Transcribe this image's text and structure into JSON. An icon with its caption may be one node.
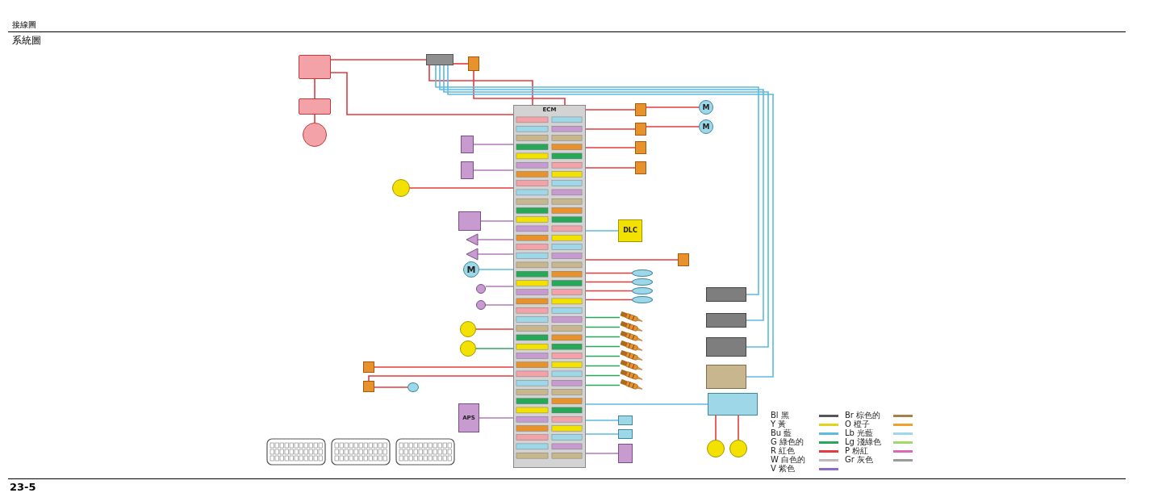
{
  "diagram": {
    "title": "系統圖",
    "nodes": [
      {
        "text": [],
        "shape": "box"
      },
      {
        "text": [],
        "shape": "box"
      },
      {
        "text": [],
        "shape": "circle"
      },
      {
        "text": [],
        "shape": "box"
      },
      {
        "text": [],
        "shape": "box"
      },
      {
        "text": [
          "ECM"
        ]
      },
      {
        "text": [],
        "shape": "box"
      },
      {
        "text": [],
        "shape": "box"
      },
      {
        "text": [],
        "shape": "circle"
      },
      {
        "text": [],
        "shape": "box"
      },
      {
        "text": [],
        "shape": "triangle"
      },
      {
        "text": [],
        "shape": "triangle"
      },
      {
        "text": [
          "M"
        ]
      },
      {
        "text": [],
        "shape": "circle"
      },
      {
        "text": [],
        "shape": "circle"
      },
      {
        "text": [],
        "shape": "circle"
      },
      {
        "text": [],
        "shape": "circle"
      },
      {
        "text": [],
        "shape": "box"
      },
      {
        "text": [],
        "shape": "box"
      },
      {
        "text": [],
        "shape": "circle"
      },
      {
        "text": [
          "APS"
        ]
      },
      {
        "text": [],
        "shape": "box"
      },
      {
        "text": [],
        "shape": "box"
      },
      {
        "text": [],
        "shape": "box"
      },
      {
        "text": [],
        "shape": "box"
      },
      {
        "text": [
          "M"
        ]
      },
      {
        "text": [
          "M"
        ]
      },
      {
        "text": [
          "DLC"
        ]
      },
      {
        "text": [],
        "shape": "box"
      },
      {
        "text": [],
        "shape": "box"
      },
      {
        "text": [],
        "shape": "box"
      },
      {
        "text": [],
        "shape": "box"
      },
      {
        "text": [],
        "shape": "picture"
      },
      {
        "text": [],
        "shape": "picture"
      },
      {
        "text": [],
        "shape": "picture"
      },
      {
        "text": [],
        "shape": "picture"
      },
      {
        "text": [],
        "shape": "picture"
      },
      {
        "text": [],
        "shape": "picture"
      },
      {
        "text": [],
        "shape": "picture"
      },
      {
        "text": [],
        "shape": "picture"
      },
      {
        "text": [],
        "shape": "box"
      },
      {
        "text": [],
        "shape": "box"
      },
      {
        "text": [],
        "shape": "box"
      },
      {
        "text": [],
        "shape": "box"
      },
      {
        "text": [],
        "shape": "box"
      },
      {
        "text": [],
        "shape": "circle"
      },
      {
        "text": [],
        "shape": "circle"
      },
      {
        "text": [],
        "shape": "box"
      },
      {
        "text": [],
        "shape": "box"
      },
      {
        "text": [],
        "shape": "box"
      },
      {
        "text": [],
        "shape": "box"
      }
    ],
    "edges": [
      {
        "from": 0,
        "to": 3,
        "arrow": "none"
      },
      {
        "from": 1,
        "to": 0,
        "arrow": "none"
      },
      {
        "from": 2,
        "to": 1,
        "arrow": "none"
      },
      {
        "from": 0,
        "to": 5,
        "arrow": "none"
      },
      {
        "from": 3,
        "to": 4,
        "arrow": "none"
      },
      {
        "from": 3,
        "to": 5,
        "arrow": "none"
      },
      {
        "from": 4,
        "to": 5,
        "arrow": "none"
      },
      {
        "from": 6,
        "to": 5,
        "arrow": "none",
        "color": "#b07ab8"
      },
      {
        "from": 7,
        "to": 5,
        "arrow": "none",
        "color": "#b07ab8"
      },
      {
        "from": 8,
        "to": 5,
        "arrow": "none"
      },
      {
        "from": 9,
        "to": 5,
        "arrow": "none",
        "color": "#b07ab8"
      },
      {
        "from": 10,
        "to": 5,
        "arrow": "none",
        "color": "#b07ab8"
      },
      {
        "from": 11,
        "to": 5,
        "arrow": "none",
        "color": "#b07ab8"
      },
      {
        "from": 12,
        "to": 5,
        "arrow": "none",
        "color": "#5bbbe0"
      },
      {
        "from": 13,
        "to": 5,
        "arrow": "none",
        "color": "#b07ab8"
      },
      {
        "from": 14,
        "to": 5,
        "arrow": "none",
        "color": "#b07ab8"
      },
      {
        "from": 15,
        "to": 5,
        "arrow": "none"
      },
      {
        "from": 16,
        "to": 5,
        "arrow": "none",
        "color": "#27a858"
      },
      {
        "from": 17,
        "to": 5,
        "arrow": "none"
      },
      {
        "from": 18,
        "to": 19,
        "arrow": "none"
      },
      {
        "from": 18,
        "to": 5,
        "arrow": "none"
      },
      {
        "from": 20,
        "to": 5,
        "arrow": "none",
        "color": "#b07ab8"
      },
      {
        "from": 5,
        "to": 21,
        "arrow": "none"
      },
      {
        "from": 5,
        "to": 22,
        "arrow": "none"
      },
      {
        "from": 5,
        "to": 23,
        "arrow": "none"
      },
      {
        "from": 5,
        "to": 24,
        "arrow": "none"
      },
      {
        "from": 21,
        "to": 25,
        "arrow": "none"
      },
      {
        "from": 22,
        "to": 26,
        "arrow": "none"
      },
      {
        "from": 5,
        "to": 27,
        "arrow": "none",
        "color": "#5bbbe0"
      },
      {
        "from": 5,
        "to": 28,
        "arrow": "none"
      },
      {
        "from": 5,
        "to": 29,
        "arrow": "none"
      },
      {
        "from": 5,
        "to": 30,
        "arrow": "none"
      },
      {
        "from": 5,
        "to": 31,
        "arrow": "none"
      },
      {
        "from": 5,
        "to": 32,
        "arrow": "none",
        "color": "#27a858"
      },
      {
        "from": 5,
        "to": 33,
        "arrow": "none",
        "color": "#27a858"
      },
      {
        "from": 5,
        "to": 34,
        "arrow": "none",
        "color": "#27a858"
      },
      {
        "from": 5,
        "to": 35,
        "arrow": "none",
        "color": "#27a858"
      },
      {
        "from": 5,
        "to": 36,
        "arrow": "none",
        "color": "#27a858"
      },
      {
        "from": 5,
        "to": 37,
        "arrow": "none",
        "color": "#27a858"
      },
      {
        "from": 5,
        "to": 38,
        "arrow": "none",
        "color": "#27a858"
      },
      {
        "from": 5,
        "to": 39,
        "arrow": "none",
        "color": "#27a858"
      },
      {
        "from": 5,
        "to": 50,
        "arrow": "none"
      },
      {
        "from": 40,
        "to": 3,
        "arrow": "none",
        "color": "#5bbbe0"
      },
      {
        "from": 41,
        "to": 3,
        "arrow": "none",
        "color": "#5bbbe0"
      },
      {
        "from": 42,
        "to": 3,
        "arrow": "none",
        "color": "#5bbbe0"
      },
      {
        "from": 43,
        "to": 3,
        "arrow": "none",
        "color": "#5bbbe0"
      },
      {
        "from": 44,
        "to": 5,
        "arrow": "none",
        "color": "#5bbbe0"
      },
      {
        "from": 44,
        "to": 45,
        "arrow": "none"
      },
      {
        "from": 44,
        "to": 46,
        "arrow": "none"
      },
      {
        "from": 5,
        "to": 47,
        "arrow": "none",
        "color": "#5bbbe0"
      },
      {
        "from": 5,
        "to": 48,
        "arrow": "none",
        "color": "#5bbbe0"
      },
      {
        "from": 5,
        "to": 49,
        "arrow": "none",
        "color": "#b07ab8"
      }
    ],
    "labels": [
      "接線圖",
      "23-5"
    ],
    "legend": [
      {
        "text": "Bl 黑"
      },
      {
        "text": "Y 黃"
      },
      {
        "text": "Bu 藍"
      },
      {
        "text": "G 綠色的"
      },
      {
        "text": "R 紅色"
      },
      {
        "text": "W 白色的"
      },
      {
        "text": "V 紫色"
      },
      {
        "text": "Br 棕色的"
      },
      {
        "text": "O 橙子"
      },
      {
        "text": "Lb 光藍"
      },
      {
        "text": "Lg 淺綠色"
      },
      {
        "text": "P 粉紅"
      },
      {
        "text": "Gr 灰色"
      }
    ]
  }
}
